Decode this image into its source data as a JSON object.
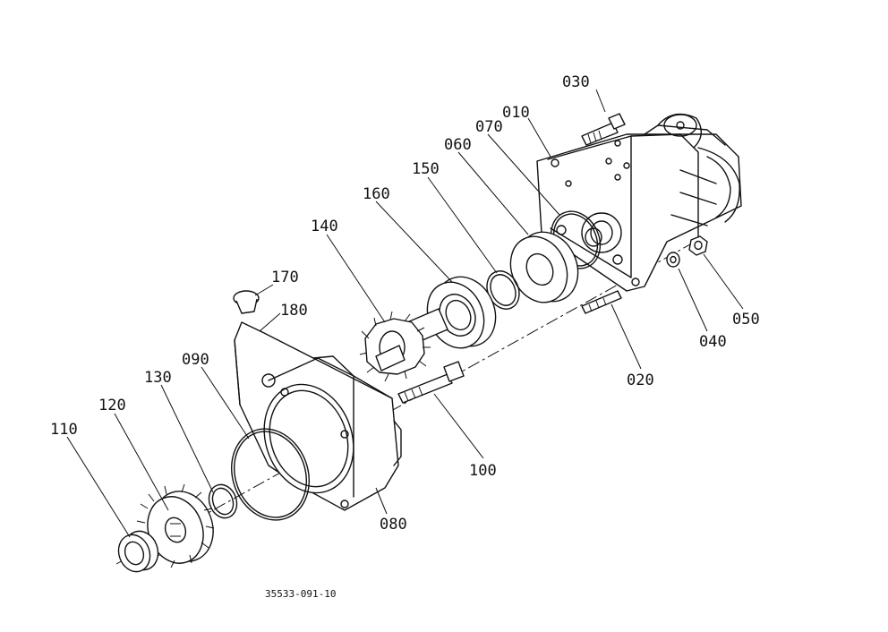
{
  "callouts": {
    "p010": "010",
    "p020": "020",
    "p030": "030",
    "p040": "040",
    "p050": "050",
    "p060": "060",
    "p070": "070",
    "p080": "080",
    "p090": "090",
    "p100": "100",
    "p110": "110",
    "p120": "120",
    "p130": "130",
    "p140": "140",
    "p150": "150",
    "p160": "160",
    "p170": "170",
    "p180": "180"
  },
  "drawing_code": "35533-091-10"
}
